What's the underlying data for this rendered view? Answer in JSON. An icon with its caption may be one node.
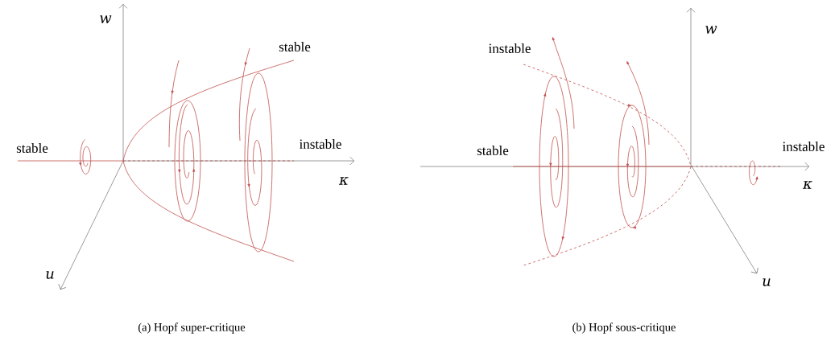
{
  "diagram": {
    "labels": [
      "w",
      "stable",
      "stable",
      "instable",
      "κ",
      "u",
      "w",
      "instable",
      "stable",
      "instable",
      "κ",
      "u",
      "(a) Hopf super-critique",
      "(b) Hopf sous-critique"
    ]
  }
}
